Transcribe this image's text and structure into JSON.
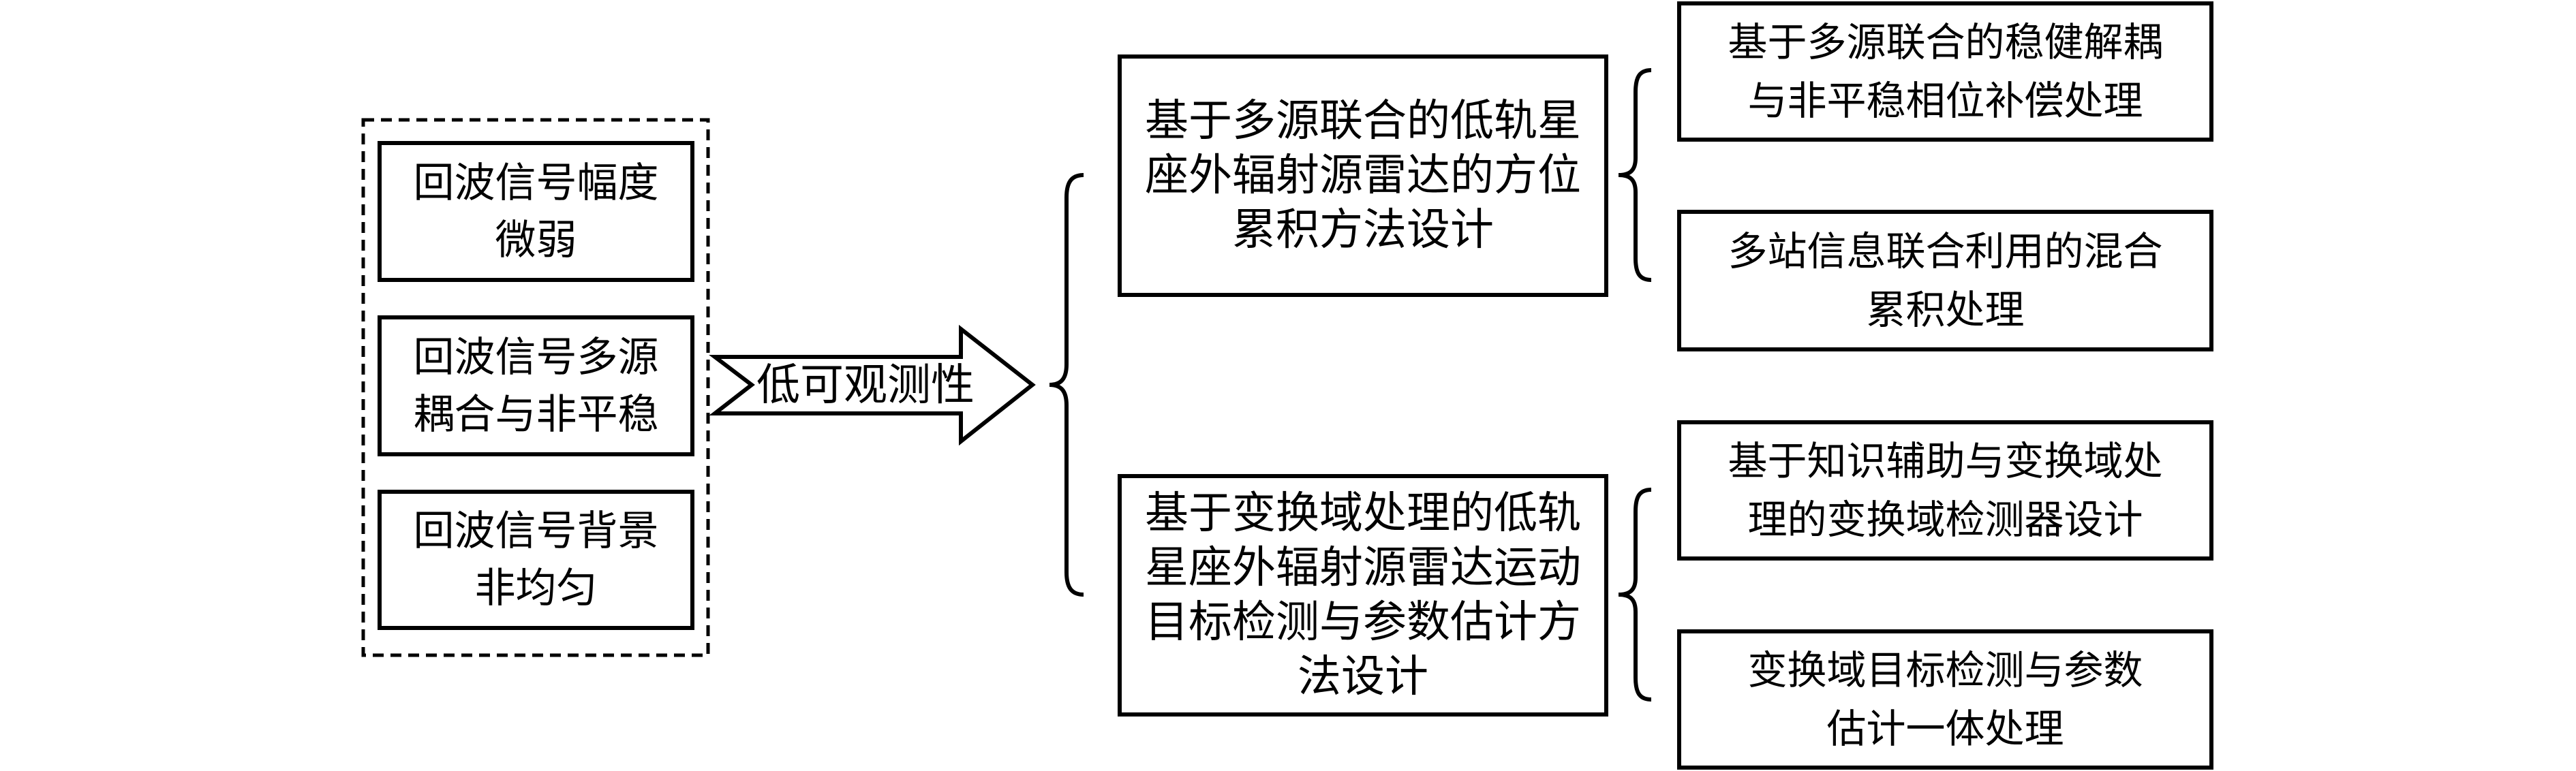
{
  "diagram": {
    "challenges_group_label": "",
    "challenges": [
      {
        "text": "回波信号幅度\n微弱"
      },
      {
        "text": "回波信号多源\n耦合与非平稳"
      },
      {
        "text": "回波信号背景\n非均匀"
      }
    ],
    "arrow": {
      "label": "低可观测性"
    },
    "methods": [
      {
        "text": "基于多源联合的低轨星\n座外辐射源雷达的方位\n累积方法设计",
        "sub_items": [
          {
            "text": "基于多源联合的稳健解耦\n与非平稳相位补偿处理"
          },
          {
            "text": "多站信息联合利用的混合\n累积处理"
          }
        ]
      },
      {
        "text": "基于变换域处理的低轨\n星座外辐射源雷达运动\n目标检测与参数估计方\n法设计",
        "sub_items": [
          {
            "text": "基于知识辅助与变换域处\n理的变换域检测器设计"
          },
          {
            "text": "变换域目标检测与参数\n估计一体处理"
          }
        ]
      }
    ],
    "colors": {
      "stroke": "#000000",
      "background": "#ffffff"
    }
  }
}
